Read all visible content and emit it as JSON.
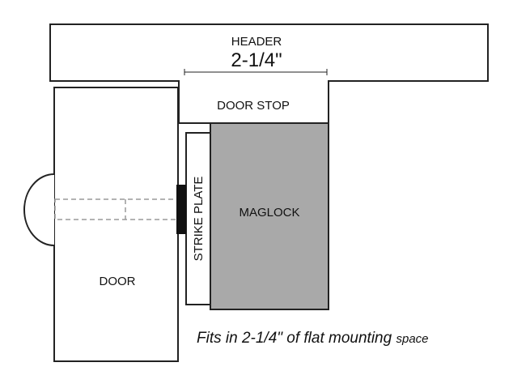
{
  "labels": {
    "header": "HEADER",
    "dimension": "2-1/4\"",
    "door_stop": "DOOR STOP",
    "strike_plate": "STRIKE PLATE",
    "maglock": "MAGLOCK",
    "door": "DOOR"
  },
  "caption": {
    "main": "Fits in 2-1/4\" of flat mounting ",
    "small": "space"
  },
  "colors": {
    "outline": "#222222",
    "maglock_fill": "#a9a9a9",
    "strike_block": "#111111",
    "dashed": "#9a9a9a"
  }
}
